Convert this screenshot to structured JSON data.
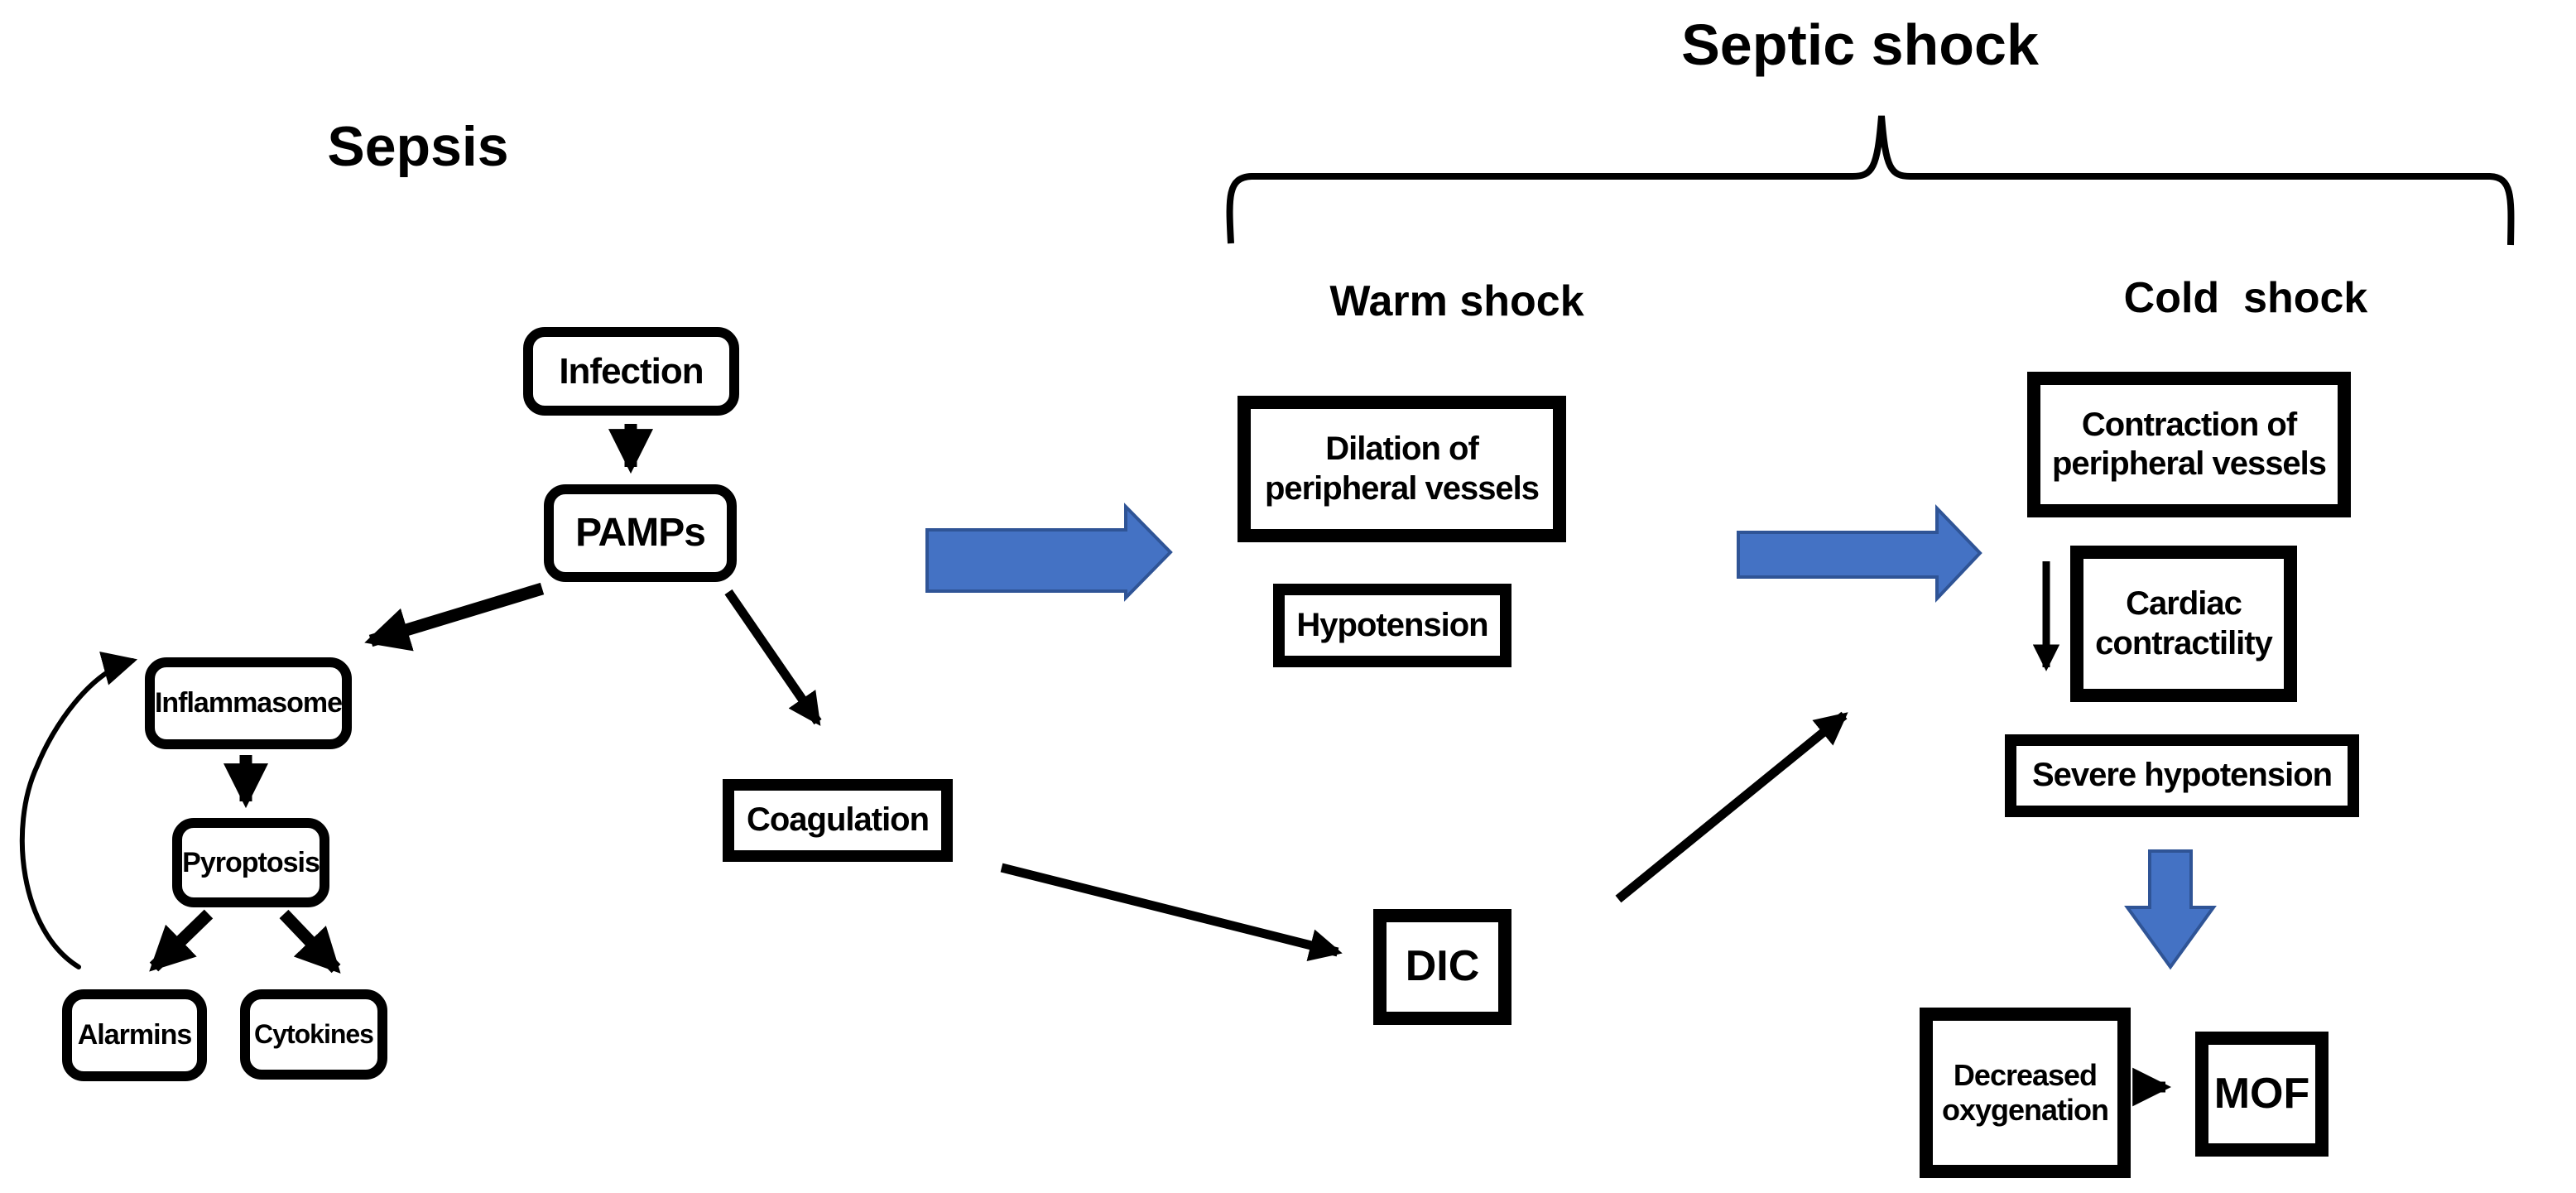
{
  "titles": {
    "sepsis": "Sepsis",
    "septic_shock": "Septic shock",
    "warm_shock": "Warm shock",
    "cold_shock": "Cold  shock"
  },
  "nodes": {
    "infection": "Infection",
    "pamps": "PAMPs",
    "inflammasome": "Inflammasome",
    "pyroptosis": "Pyroptosis",
    "alarmins": "Alarmins",
    "cytokines": "Cytokines",
    "coagulation": "Coagulation",
    "dic": "DIC",
    "dilation_peripheral_vessels": "Dilation of peripheral vessels",
    "hypotension": "Hypotension",
    "contraction_peripheral_vessels": "Contraction of peripheral vessels",
    "cardiac_contractility": "Cardiac contractility",
    "severe_hypotension": "Severe hypotension",
    "decreased_oxygenation": "Decreased oxygenation",
    "mof": "MOF"
  },
  "edges": [
    {
      "from": "infection",
      "to": "pamps",
      "style": "black-arrow"
    },
    {
      "from": "pamps",
      "to": "inflammasome",
      "style": "black-arrow"
    },
    {
      "from": "pamps",
      "to": "coagulation",
      "style": "black-arrow"
    },
    {
      "from": "inflammasome",
      "to": "pyroptosis",
      "style": "black-arrow"
    },
    {
      "from": "pyroptosis",
      "to": "alarmins",
      "style": "black-arrow"
    },
    {
      "from": "pyroptosis",
      "to": "cytokines",
      "style": "black-arrow"
    },
    {
      "from": "alarmins",
      "to": "inflammasome",
      "style": "curved-feedback-arrow"
    },
    {
      "from": "coagulation",
      "to": "dic",
      "style": "black-arrow"
    },
    {
      "from": "dic",
      "to": "cold-shock-column",
      "style": "black-arrow"
    },
    {
      "from": "sepsis-column",
      "to": "warm-shock-column",
      "style": "blue-block-arrow"
    },
    {
      "from": "warm-shock-column",
      "to": "cold-shock-column",
      "style": "blue-block-arrow"
    },
    {
      "from": "contraction_peripheral_vessels",
      "to": "severe_hypotension",
      "style": "black-arrow"
    },
    {
      "from": "severe_hypotension",
      "to": "decreased_oxygenation",
      "style": "blue-block-arrow"
    },
    {
      "from": "decreased_oxygenation",
      "to": "mof",
      "style": "black-arrow"
    }
  ],
  "colors": {
    "background": "#FFFFFF",
    "box_border": "#000000",
    "text": "#000000",
    "black_arrow": "#000000",
    "block_arrow_fill": "#4472C4",
    "block_arrow_stroke": "#2F5496"
  }
}
